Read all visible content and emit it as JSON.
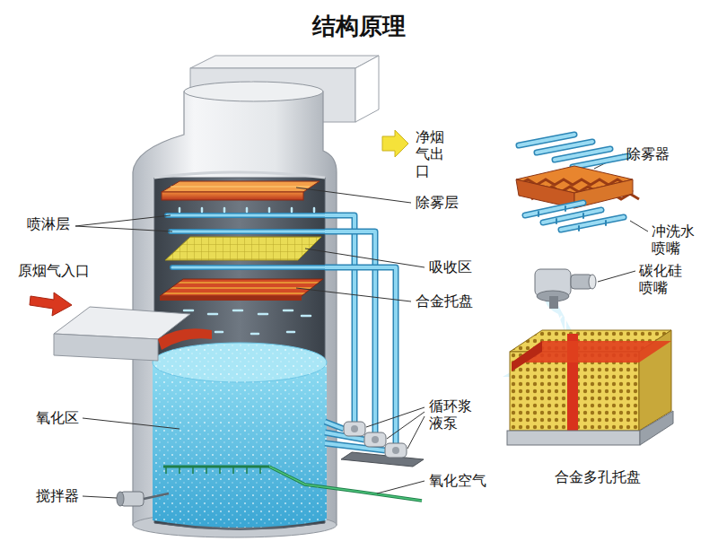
{
  "diagram": {
    "title": "结构原理",
    "labels": [
      "净烟气出口",
      "除雾器",
      "除雾层",
      "喷淋层",
      "冲洗水喷嘴",
      "吸收区",
      "原烟气入口",
      "碳化硅喷嘴",
      "合金托盘",
      "循环浆液泵",
      "氧化区",
      "合金多孔托盘",
      "氧化空气",
      "搅拌器"
    ]
  }
}
